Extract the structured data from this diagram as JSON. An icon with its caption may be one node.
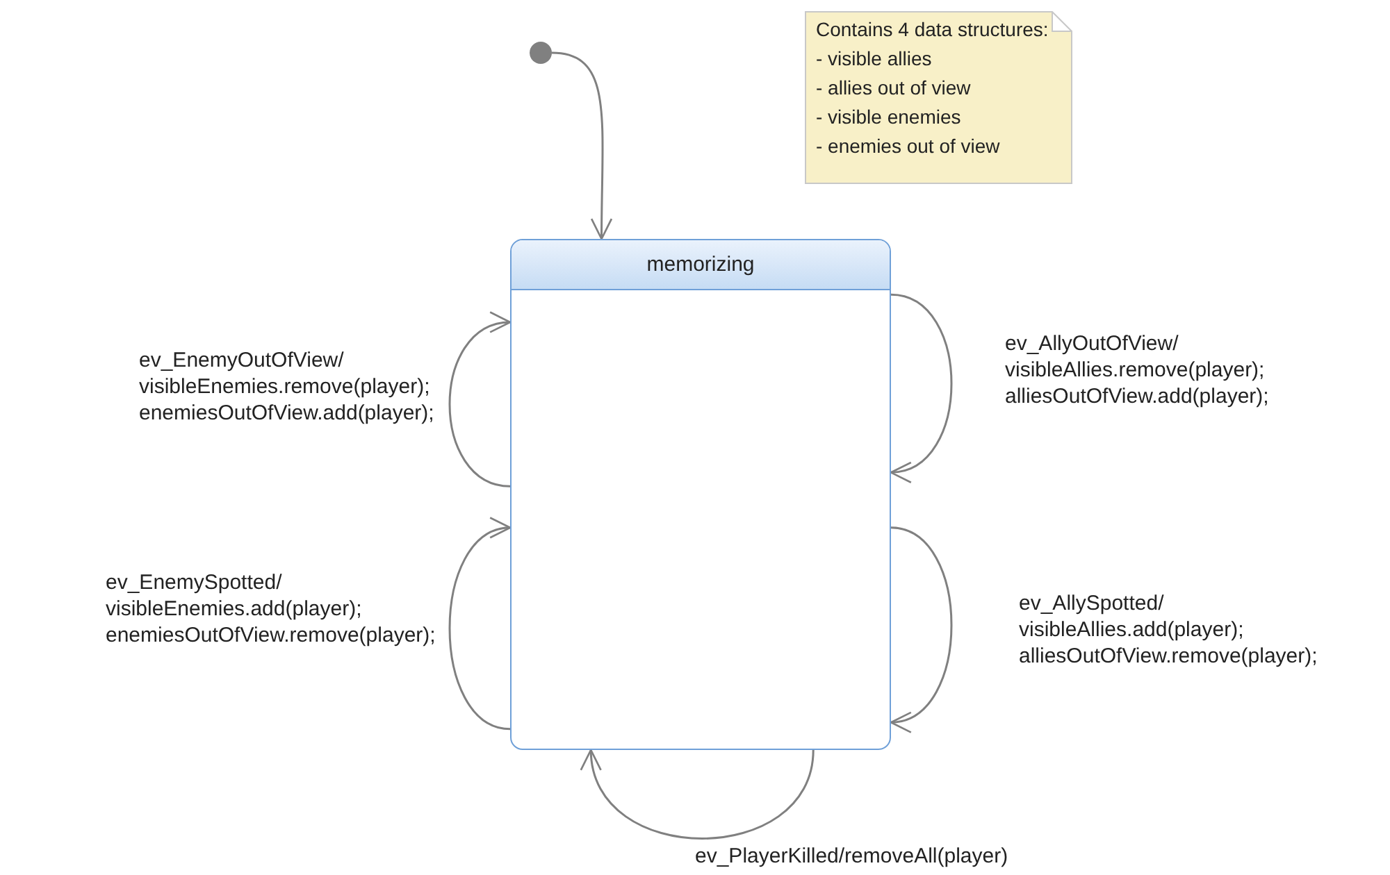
{
  "diagram": {
    "nodes": [
      {
        "text": [],
        "shape": "circle"
      },
      {
        "text": [
          "memorizing"
        ]
      },
      {
        "text": [
          "Contains 4 data structures:",
          "- visible allies",
          "- allies out of view",
          "- visible enemies",
          "- enemies out of view"
        ]
      }
    ],
    "edges": [
      {
        "from": 0,
        "to": 1,
        "arrow": "to"
      },
      {
        "from": 1,
        "to": 1,
        "arrow": "to",
        "label": "ev_EnemyOutOfView/ visibleEnemies.remove(player); enemiesOutOfView.add(player);"
      },
      {
        "from": 1,
        "to": 1,
        "arrow": "to",
        "label": "ev_AllyOutOfView/ visibleAllies.remove(player); alliesOutOfView.add(player);"
      },
      {
        "from": 1,
        "to": 1,
        "arrow": "to",
        "label": "ev_EnemySpotted/ visibleEnemies.add(player); enemiesOutOfView.remove(player);"
      },
      {
        "from": 1,
        "to": 1,
        "arrow": "to",
        "label": "ev_AllySpotted/ visibleAllies.add(player); alliesOutOfView.remove(player);"
      },
      {
        "from": 1,
        "to": 1,
        "arrow": "to",
        "label": "ev_PlayerKilled/removeAll(player)"
      }
    ]
  }
}
